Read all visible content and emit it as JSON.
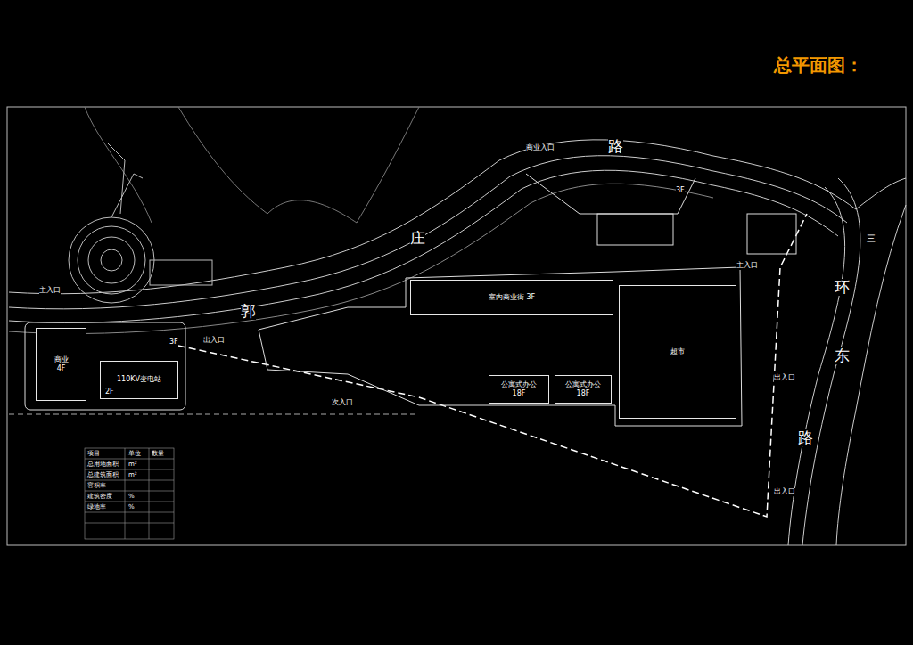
{
  "diagram": {
    "title": "总平面图：",
    "nodes": [
      {
        "text": [
          "商业",
          "4F"
        ]
      },
      {
        "text": [
          "110KV变电站"
        ]
      },
      {
        "text": [
          "室内商业街 3F"
        ]
      },
      {
        "text": [
          "超市"
        ]
      },
      {
        "text": [
          "公寓式办公",
          "18F"
        ]
      },
      {
        "text": [
          "公寓式办公",
          "18F"
        ]
      }
    ],
    "labels": [
      "郭",
      "庄",
      "路",
      "环",
      "东",
      "路",
      "三",
      "2F",
      "主入口",
      "出入口",
      "3F",
      "主入口",
      "出入口",
      "出入口",
      "次入口",
      "商业入口",
      "3F",
      "项目",
      "单位",
      "数量",
      "总用地面积",
      "m²",
      "总建筑面积",
      "m²",
      "容积率",
      "建筑密度",
      "%",
      "绿地率",
      "%"
    ]
  }
}
